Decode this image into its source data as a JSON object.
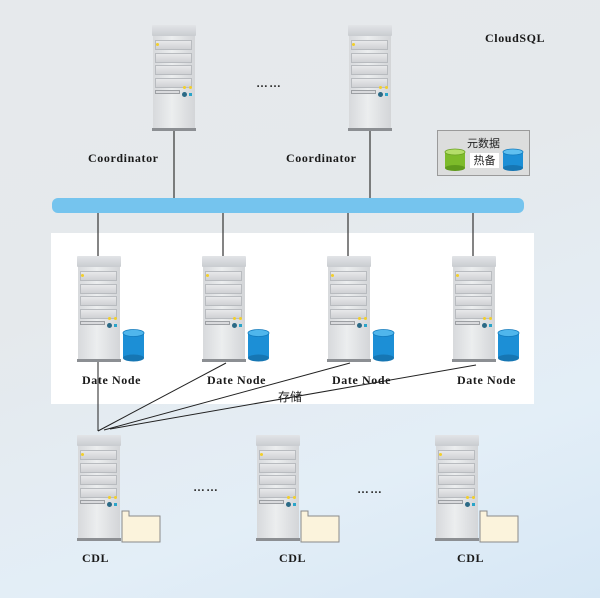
{
  "diagram": {
    "title": "CloudSQL",
    "coordinators": [
      {
        "label": "Coordinator"
      },
      {
        "label": "Coordinator"
      }
    ],
    "coordinator_ellipsis": "……",
    "legend": {
      "title": "元数据",
      "middle_label": "热备",
      "primary_db_color": "#7dbb2a",
      "standby_db_color": "#1c8fd6"
    },
    "bus_color": "#75c4ee",
    "data_nodes": [
      {
        "label": "Date Node"
      },
      {
        "label": "Date Node"
      },
      {
        "label": "Date Node"
      },
      {
        "label": "Date Node"
      }
    ],
    "storage_label": "存储",
    "cdl_nodes": [
      {
        "label": "CDL"
      },
      {
        "label": "CDL"
      },
      {
        "label": "CDL"
      }
    ],
    "cdl_ellipsis": [
      "……",
      "……"
    ],
    "db_color": "#1c8fd6",
    "folder_color": "#fbf3dc"
  }
}
